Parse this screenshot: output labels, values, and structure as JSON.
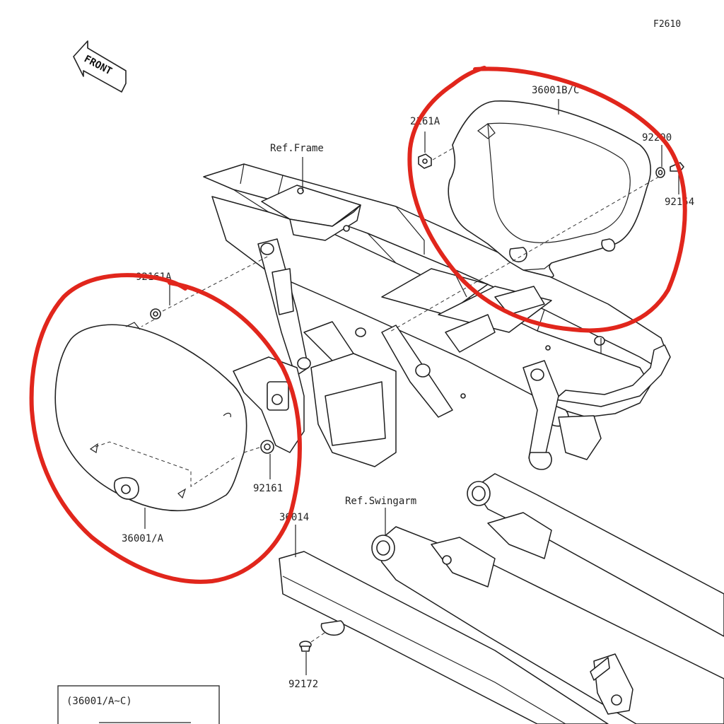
{
  "figure_code": "F2610",
  "front_label": "FRONT",
  "labels": {
    "ref_frame": "Ref.Frame",
    "ref_swingarm": "Ref.Swingarm",
    "part_36001bc": "36001B/C",
    "part_36001a": "36001/A",
    "part_2161a_right": "2161A",
    "part_2161a_left": "92161A",
    "part_92200": "92200",
    "part_92154": "92154",
    "part_92161": "92161",
    "part_36014": "36014",
    "part_92172": "92172"
  },
  "legend_box": {
    "title": "(36001/A~C)"
  },
  "annotation_color": "#e1261c"
}
